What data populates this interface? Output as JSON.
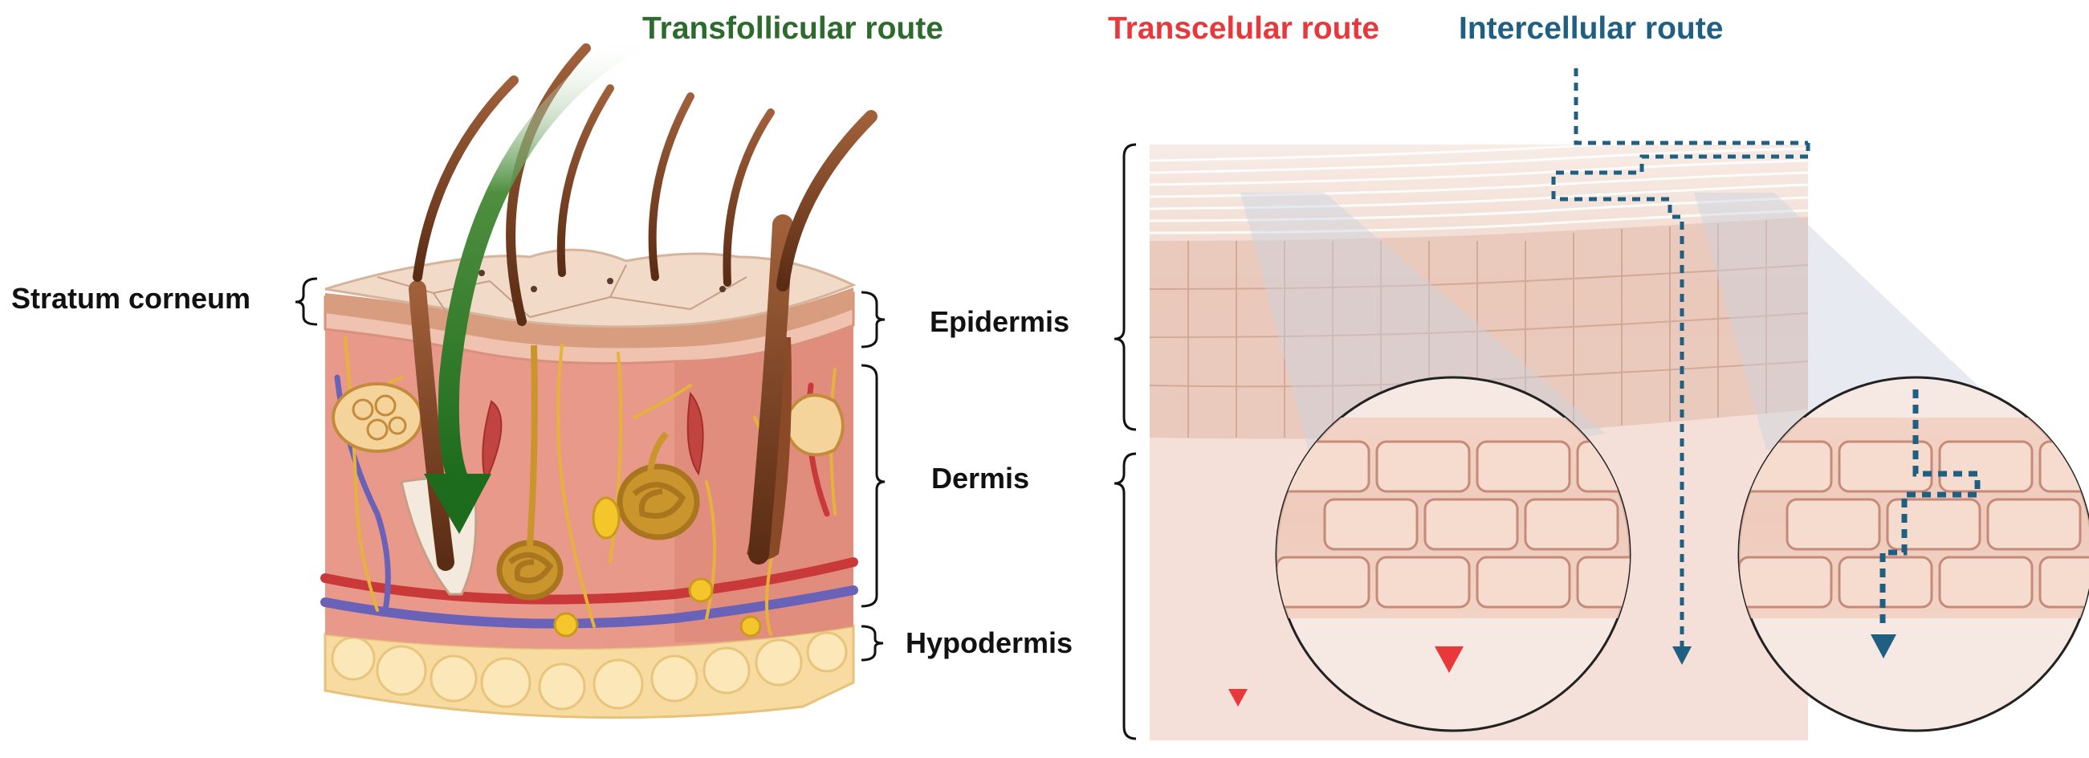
{
  "labels": {
    "transfollicular": "Transfollicular route",
    "transcelular": "Transcelular route",
    "intercellular": "Intercellular route",
    "stratum_corneum": "Stratum corneum",
    "epidermis": "Epidermis",
    "dermis": "Dermis",
    "hypodermis": "Hypodermis"
  },
  "colors": {
    "transfollicular": "#2d6a2d",
    "transcelular": "#e8383c",
    "intercellular": "#1f5f82",
    "skin_top": "#e9c3aa",
    "dermis": "#e8998a",
    "fat": "#f7dba0",
    "hair": "#6e3a1e",
    "nerve": "#e5b23a",
    "vein": "#6a62b8",
    "artery": "#c9393a",
    "panel_bg": "#f3ddd6",
    "lens_grey": "#cdd3dd"
  },
  "icons": {
    "transfollicular_arrow": "arrow-down-icon",
    "transcelular_arrow": "arrow-down-icon",
    "intercellular_arrow": "arrow-down-icon"
  }
}
